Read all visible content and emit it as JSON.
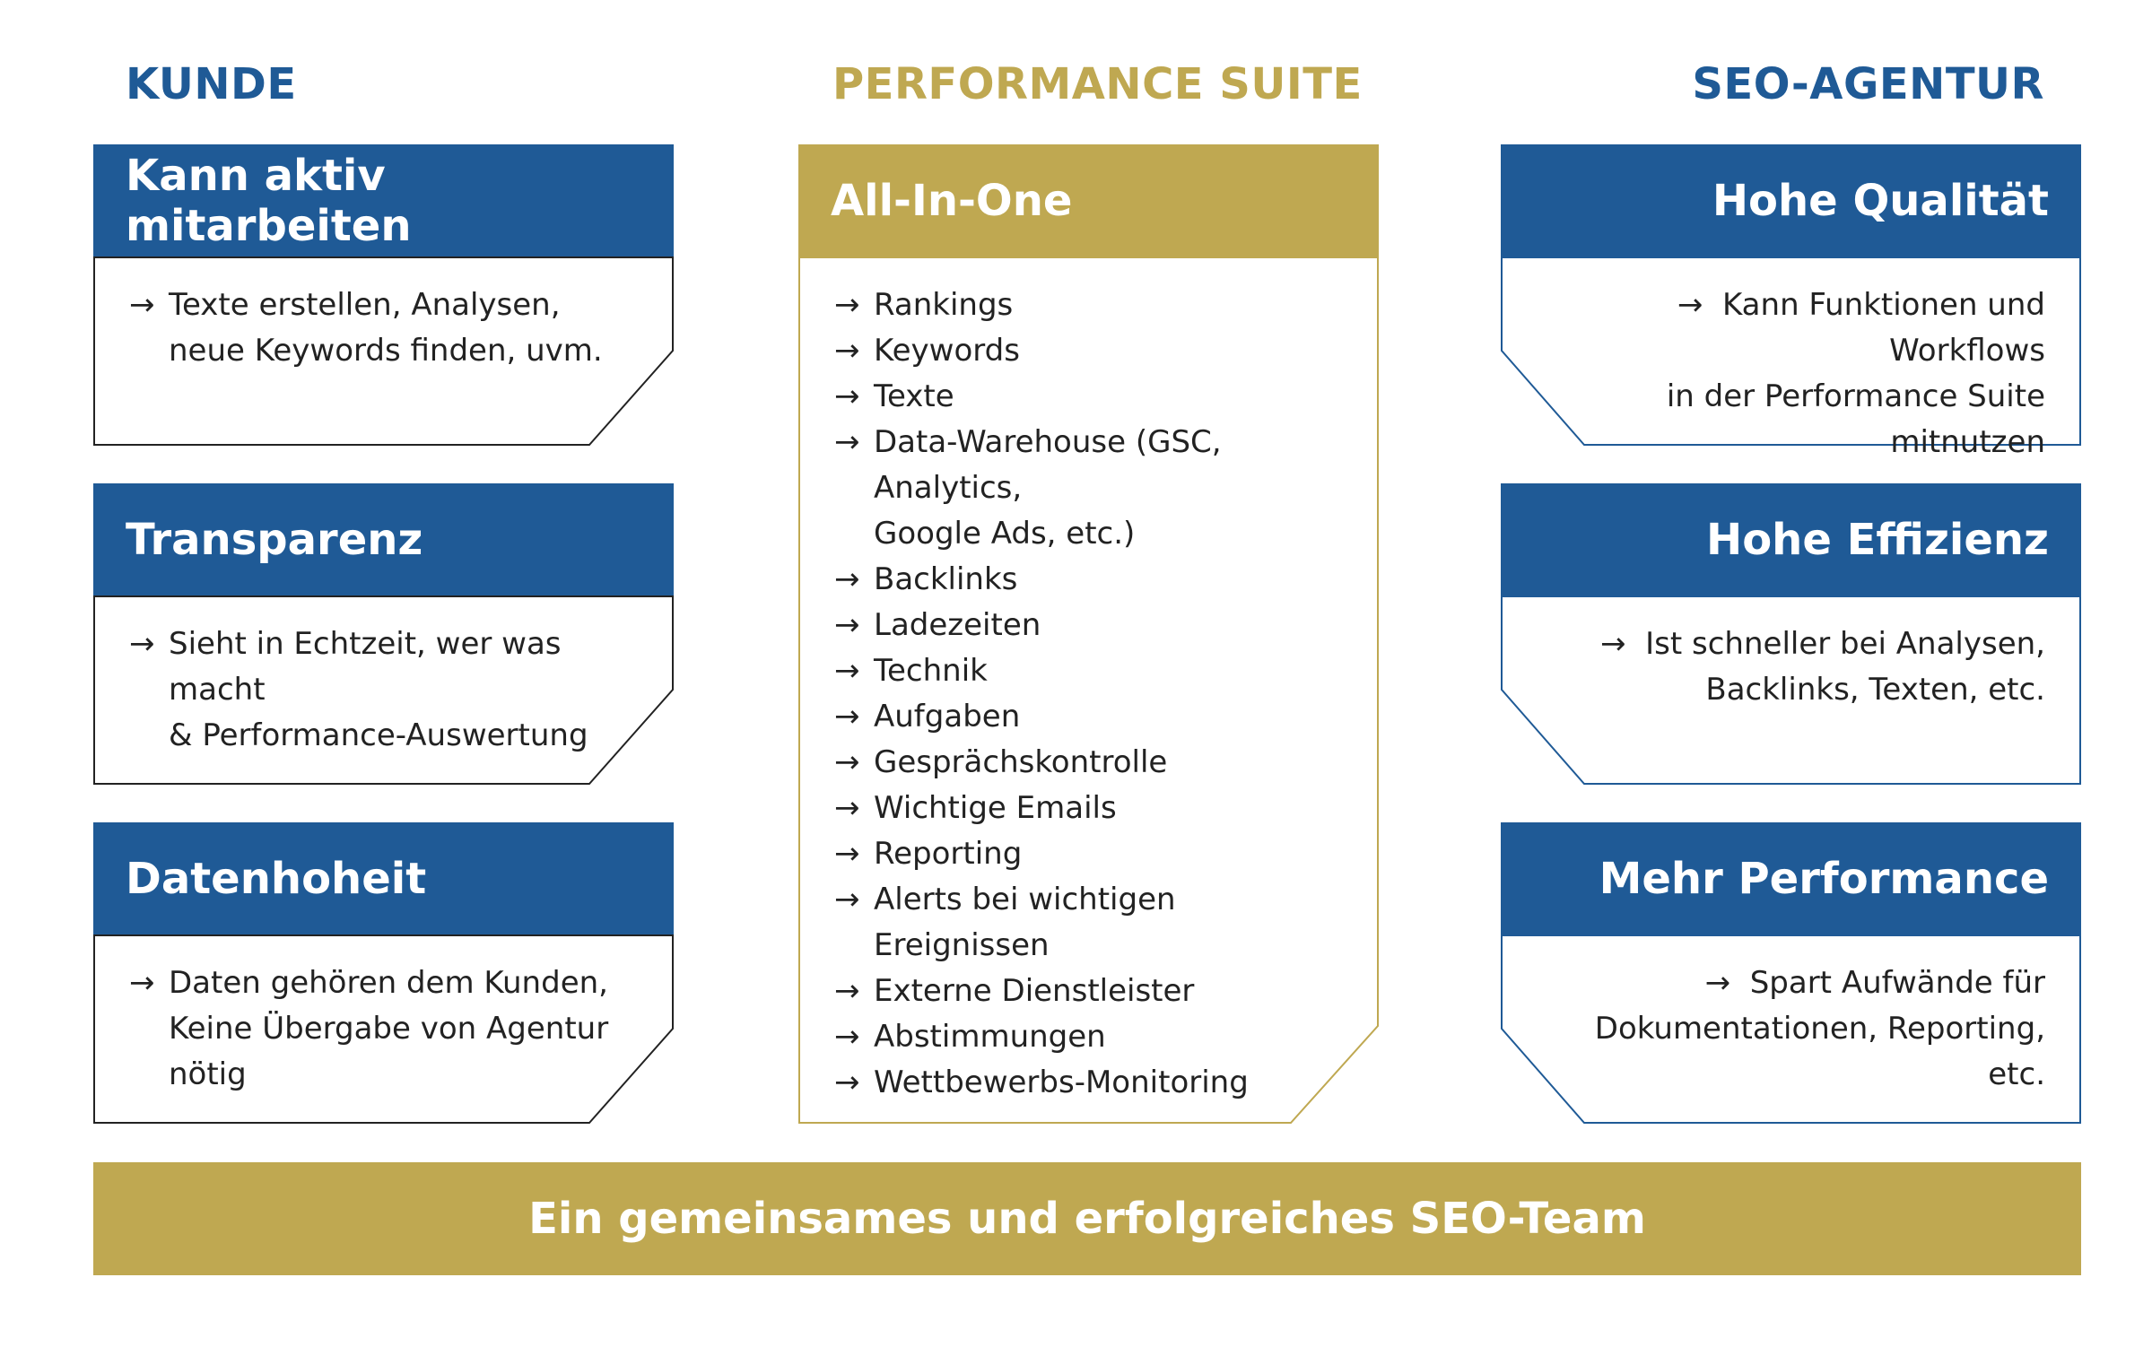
{
  "columns": {
    "left": {
      "title": "KUNDE"
    },
    "center": {
      "title": "PERFORMANCE SUITE"
    },
    "right": {
      "title": "SEO-AGENTUR"
    }
  },
  "left_cards": [
    {
      "title": "Kann aktiv mitarbeiten",
      "lines": [
        "Texte erstellen, Analysen,",
        "neue Keywords finden, uvm."
      ]
    },
    {
      "title": "Transparenz",
      "lines": [
        "Sieht in Echtzeit, wer was macht",
        "& Performance-Auswertung"
      ]
    },
    {
      "title": "Datenhoheit",
      "lines": [
        "Daten gehören dem Kunden,",
        "Keine Übergabe von Agentur",
        "nötig"
      ]
    }
  ],
  "center_card": {
    "title": "All-In-One",
    "items": [
      "Rankings",
      "Keywords",
      "Texte",
      "Data-Warehouse (GSC, Analytics,",
      "Google Ads, etc.)",
      "Backlinks",
      "Ladezeiten",
      "Technik",
      "Aufgaben",
      "Gesprächskontrolle",
      "Wichtige Emails",
      "Reporting",
      "Alerts bei wichtigen Ereignissen",
      "Externe Dienstleister",
      "Abstimmungen",
      "Wettbewerbs-Monitoring"
    ]
  },
  "right_cards": [
    {
      "title": "Hohe Qualität",
      "lines": [
        "Kann Funktionen und Workflows",
        "in der Performance Suite",
        "mitnutzen"
      ]
    },
    {
      "title": "Hohe Effizienz",
      "lines": [
        "Ist schneller bei Analysen,",
        "Backlinks, Texten, etc."
      ]
    },
    {
      "title": "Mehr Performance",
      "lines": [
        "Spart Aufwände für",
        "Dokumentationen, Reporting,",
        "etc."
      ]
    }
  ],
  "arrow_glyph": "→",
  "footer": {
    "text": "Ein gemeinsames und erfolgreiches SEO-Team"
  },
  "colors": {
    "blue": "#1f5a96",
    "gold": "#bfa851"
  }
}
